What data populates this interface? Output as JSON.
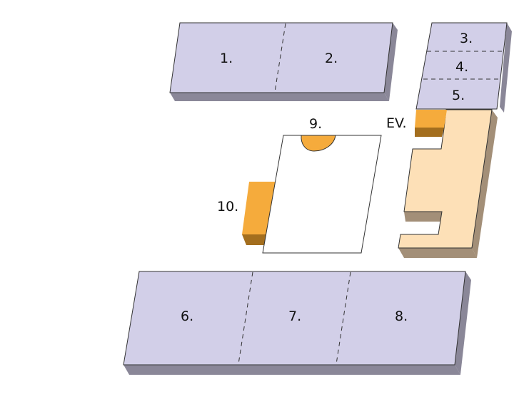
{
  "colors": {
    "block_top": "#d2cfe8",
    "block_side": "#8a8798",
    "block_shadow": "#77748a",
    "annex_top": "#fde0b7",
    "annex_side": "#a38f78",
    "accent_top": "#f5ab3c",
    "accent_side": "#a36e1e",
    "plain_top": "#ffffff"
  },
  "labels": {
    "b1": "1.",
    "b2": "2.",
    "b3": "3.",
    "b4": "4.",
    "b5": "5.",
    "b6": "6.",
    "b7": "7.",
    "b8": "8.",
    "b9": "9.",
    "b10": "10.",
    "ev": "EV."
  }
}
